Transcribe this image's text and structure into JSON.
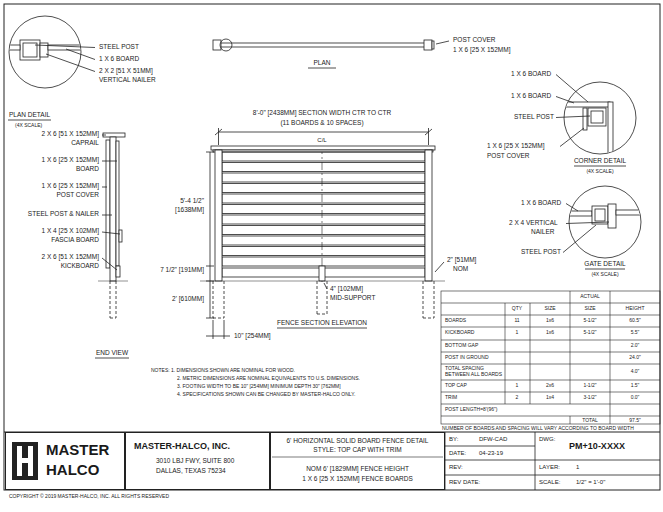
{
  "diagram": {
    "nodes": [
      {
        "text": [
          "MASTER",
          "HALCO"
        ]
      },
      {
        "text": [
          "MASTER-HALCO, INC.",
          "3010 LBJ FWY, SUITE 800",
          "DALLAS, TEXAS 75234"
        ]
      },
      {
        "text": [
          "6' HORIZONTAL SOLID BOARD FENCE DETAIL",
          "STYLE: TOP CAP WITH TRIM",
          "NOM 6' [1829MM] FENCE HEIGHT",
          "1 X 6 [25 X 152MM] FENCE BOARDS"
        ]
      }
    ],
    "labels": [
      "STEEL POST",
      "1 X 6 BOARD",
      "2 X 2 [51 X 51MM]",
      "VERTICAL NAILER",
      "PLAN DETAIL",
      "(4X SCALE)",
      "PLAN",
      "POST COVER",
      "1 X 6 [25 X 152MM]",
      "1 X 6 BOARD",
      "1 X 6 BOARD",
      "STEEL POST",
      "1 X 6 [25 X 152MM]",
      "POST COVER",
      "CORNER DETAIL",
      "(4X SCALE)",
      "1 X 6 BOARD",
      "2 X 4 VERTICAL",
      "NAILER",
      "STEEL POST",
      "GATE DETAIL",
      "(4X SCALE)",
      "8'-0\" [2438MM] SECTION WIDTH CTR TO CTR",
      "(11 BOARDS & 10 SPACES)",
      "C/L",
      "5'-4 1/2\"",
      "[1638MM]",
      "7 1/2\" [191MM]",
      "2' [610MM]",
      "4\" [102MM]",
      "MID-SUPPORT",
      "2\" [51MM]",
      "NOM",
      "FENCE SECTION ELEVATION",
      "10\" [254MM]",
      "END VIEW",
      "2 X 6 [51 X 152MM]",
      "CAPRAIL",
      "1 X 6 [25 X 152MM]",
      "BOARD",
      "1 X 6 [25 X 152MM]",
      "POST COVER",
      "STEEL POST & NAILER",
      "1 X 4 [25 X 102MM]",
      "FASCIA BOARD",
      "2 X 6 [51 X 152MM]",
      "KICKBOARD",
      "NOTES: 1. DIMENSIONS SHOWN ARE NOMINAL FOR WOOD.",
      "2. METRIC DIMENSIONS ARE NOMINAL EQUIVALENTS TO U.S. DIMENSIONS.",
      "3. FOOTING WIDTH TO BE 10\" [254MM] MINIMUM DEPTH 30\" [762MM]",
      "4. SPECIFICATIONS SHOWN CAN BE CHANGED BY MASTER-HALCO ONLY.",
      "ACTUAL",
      "QTY",
      "SIZE",
      "SIZE",
      "HEIGHT",
      "BOARDS",
      "11",
      "1x6",
      "5-1/2\"",
      "60.5\"",
      "KICKBOARD",
      "1",
      "1x6",
      "5-1/2\"",
      "5.5\"",
      "BOTTOM GAP",
      "2.0\"",
      "POST IN GROUND",
      "24.0\"",
      "TOTAL SPACING",
      "BETWEEN ALL BOARDS",
      "4.0\"",
      "TOP CAP",
      "1",
      "2x6",
      "1-1/2\"",
      "1.5\"",
      "TRIM",
      "2",
      "1x4",
      "3-1/2\"",
      "0.0\"",
      "POST LENGTH=8'(96\")",
      "TOTAL",
      "97.5\"",
      "NUMBER OF BOARDS AND SPACING WILL VARY ACCORDING TO BOARD WIDTH",
      "BY:",
      "DFW-CAD",
      "DATE:",
      "04-23-19",
      "REV:",
      "REV DATE:",
      "DWG:",
      "PM+10-XXXX",
      "LAYER:",
      "1",
      "SCALE:",
      "1/2\" = 1'-0\"",
      "COPYRIGHT © 2019 MASTER-HALCO, INC. ALL RIGHTS RESERVED"
    ]
  }
}
